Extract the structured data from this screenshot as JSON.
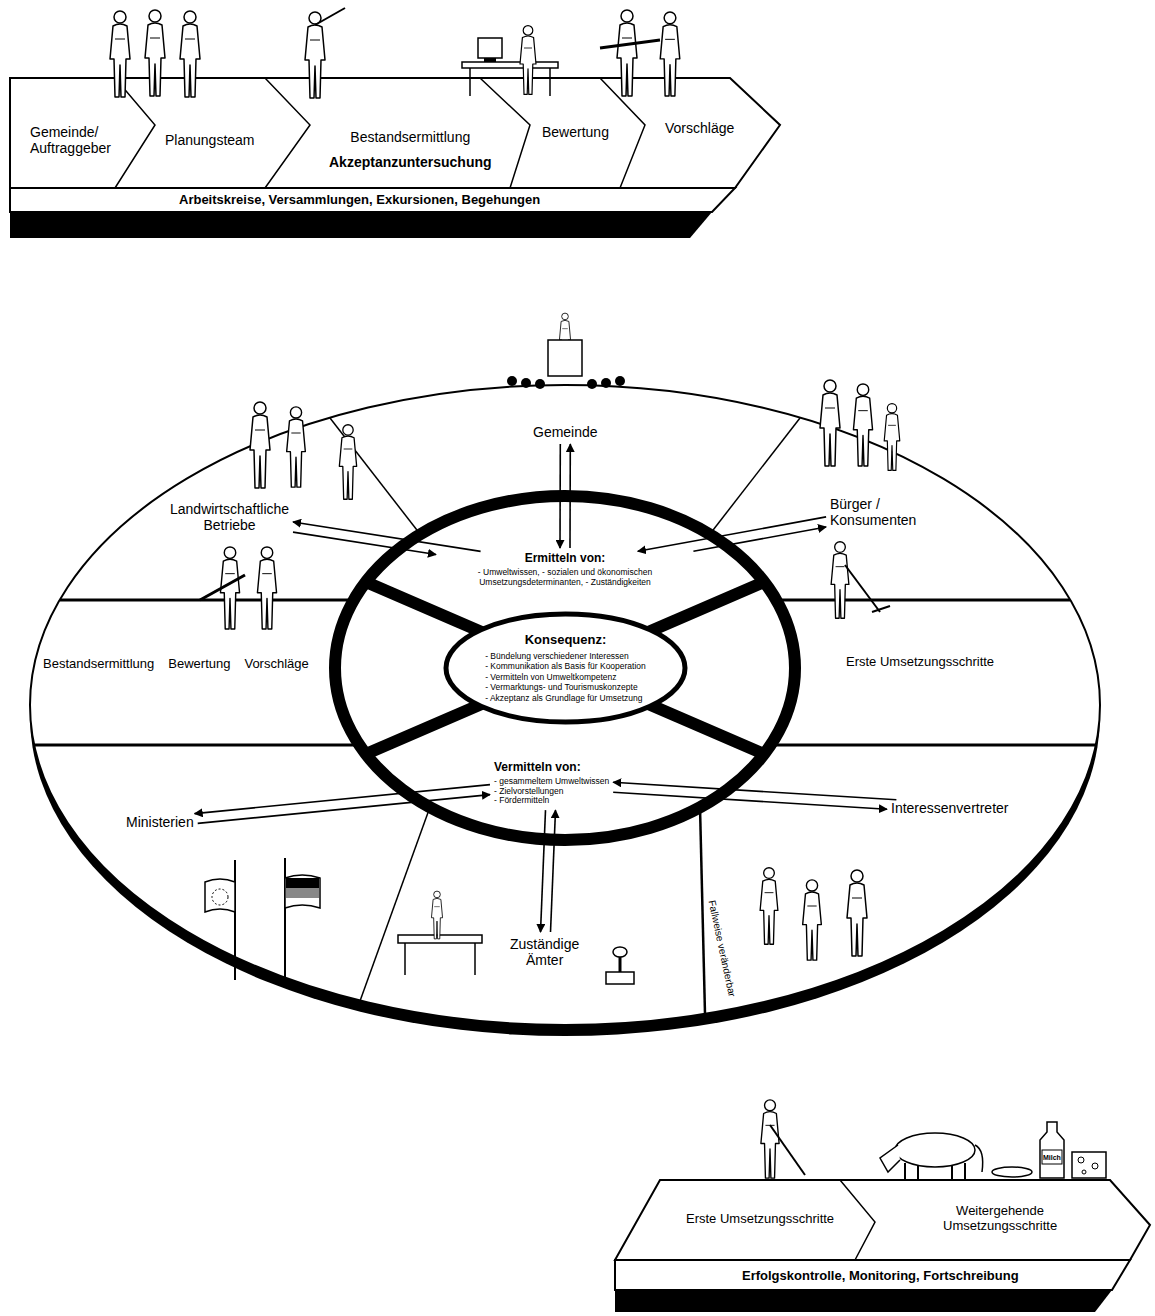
{
  "diagram": {
    "nodes": [
      {
        "text": [
          "Gemeinde/ Auftraggeber"
        ]
      },
      {
        "text": [
          "Planungsteam"
        ]
      },
      {
        "text": [
          "Bestandsermittlung",
          "Akzeptanzuntersuchung"
        ]
      },
      {
        "text": [
          "Bewertung"
        ]
      },
      {
        "text": [
          "Vorschläge"
        ]
      },
      {
        "text": [
          "Arbeitskreise, Versammlungen, Exkursionen, Begehungen"
        ]
      },
      {
        "text": [
          "Gemeinde"
        ]
      },
      {
        "text": [
          "Bürger / Konsumenten"
        ]
      },
      {
        "text": [
          "Erste Umsetzungsschritte"
        ]
      },
      {
        "text": [
          "Interessenvertreter"
        ]
      },
      {
        "text": [
          "Zuständige Ämter"
        ]
      },
      {
        "text": [
          "Ministerien"
        ]
      },
      {
        "text": [
          "Bestandsermittlung",
          "Bewertung",
          "Vorschläge"
        ]
      },
      {
        "text": [
          "Landwirtschaftliche Betriebe"
        ]
      },
      {
        "text": [
          "Ermitteln von:",
          "- Umweltwissen, - sozialen und ökonomischen Umsetzungsdeterminanten, - Zuständigkeiten"
        ]
      },
      {
        "text": [
          "Konsequenz:",
          "- Bündelung verschiedener Interessen",
          "- Kommunikation als Basis für Kooperation",
          "- Vermitteln von Umweltkompetenz",
          "- Vermarktungs- und Tourismuskonzepte",
          "- Akzeptanz als Grundlage für Umsetzung"
        ]
      },
      {
        "text": [
          "Vermitteln von:",
          "- gesammeltem Umweltwissen",
          "- Zielvorstellungen",
          "- Fördermitteln"
        ]
      },
      {
        "text": [
          "Erste Umsetzungsschritte"
        ]
      },
      {
        "text": [
          "Weitergehende Umsetzungsschritte"
        ]
      },
      {
        "text": [
          "Erfolgskontrolle, Monitoring, Fortschreibung"
        ]
      }
    ],
    "edges": [
      {
        "from": 6,
        "to": 14,
        "arrow": "to"
      },
      {
        "from": 14,
        "to": 6,
        "arrow": "to"
      },
      {
        "from": 7,
        "to": 14,
        "arrow": "to"
      },
      {
        "from": 14,
        "to": 7,
        "arrow": "to"
      },
      {
        "from": 13,
        "to": 14,
        "arrow": "to"
      },
      {
        "from": 14,
        "to": 13,
        "arrow": "to"
      },
      {
        "from": 11,
        "to": 16,
        "arrow": "to"
      },
      {
        "from": 16,
        "to": 11,
        "arrow": "to"
      },
      {
        "from": 10,
        "to": 16,
        "arrow": "to"
      },
      {
        "from": 16,
        "to": 10,
        "arrow": "to"
      },
      {
        "from": 9,
        "to": 16,
        "arrow": "to"
      },
      {
        "from": 16,
        "to": 9,
        "arrow": "to"
      }
    ],
    "labels": [
      "Fallweise veränderbar",
      "Milch"
    ]
  }
}
